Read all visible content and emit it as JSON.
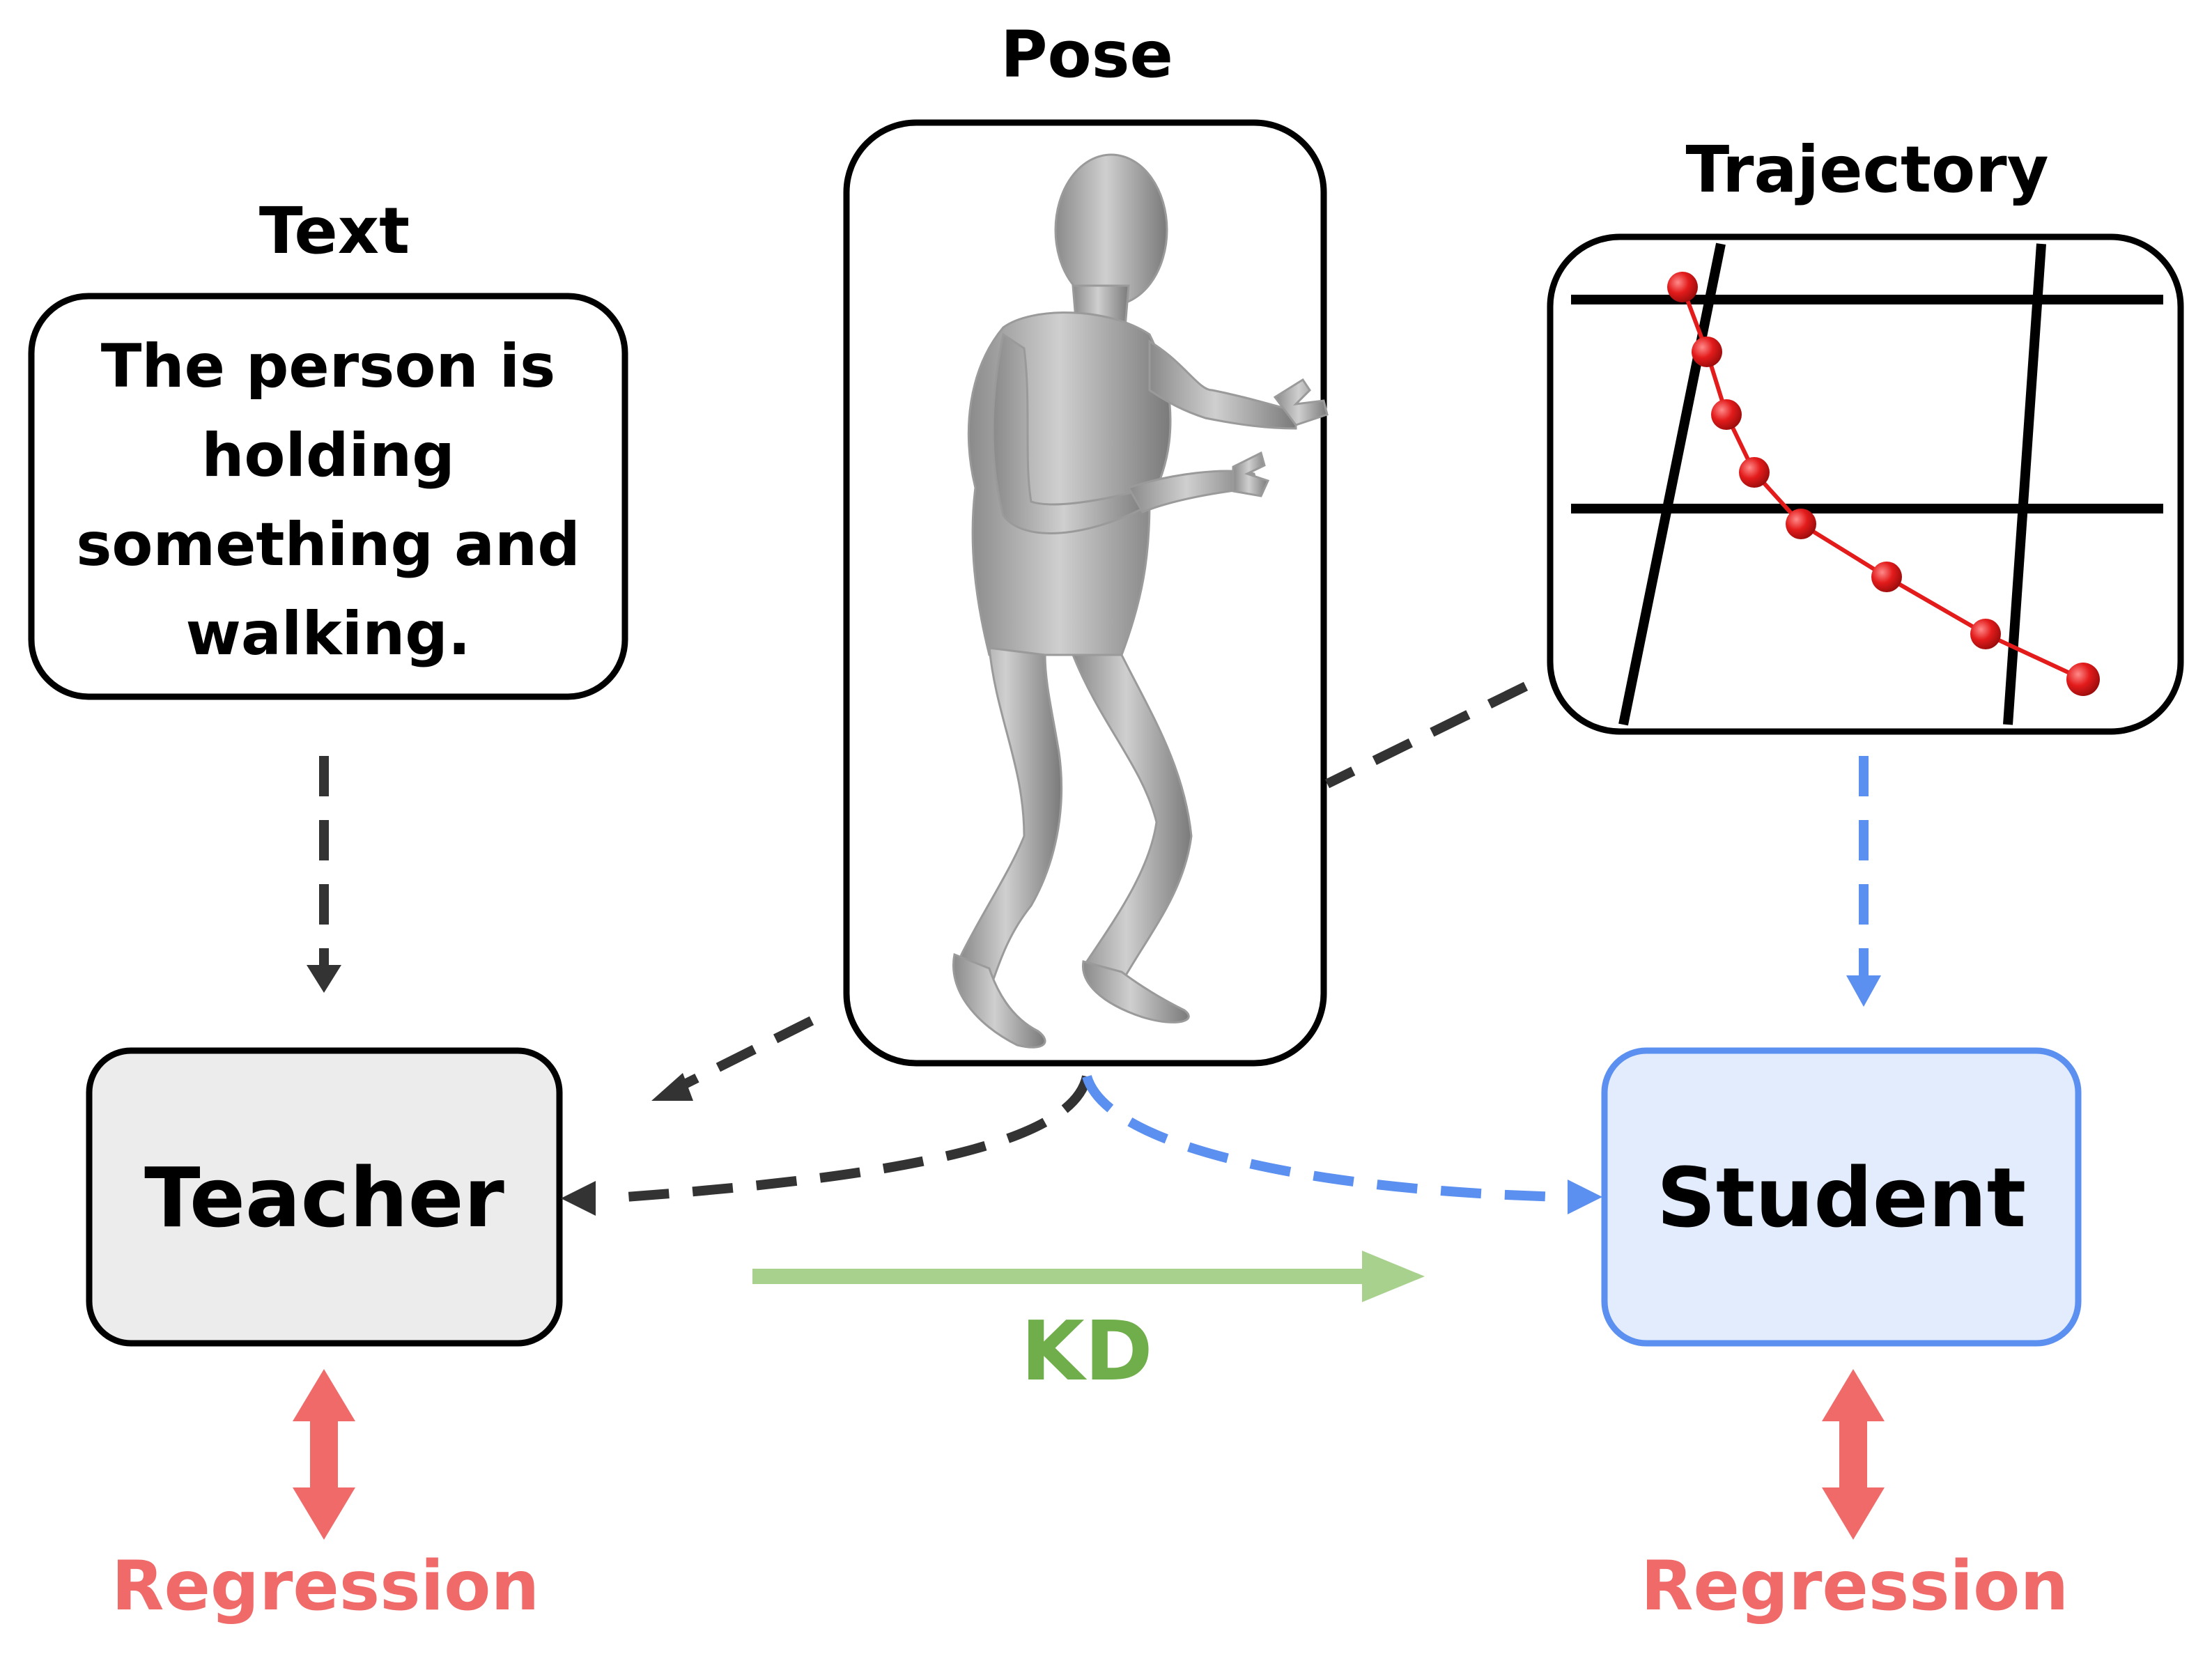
{
  "headings": {
    "pose": "Pose",
    "text": "Text",
    "trajectory": "Trajectory"
  },
  "text_box": {
    "line1": "The person is",
    "line2": "holding",
    "line3": "something and",
    "line4": "walking."
  },
  "nodes": {
    "teacher": "Teacher",
    "student": "Student"
  },
  "labels": {
    "kd": "KD",
    "regression_left": "Regression",
    "regression_right": "Regression"
  },
  "colors": {
    "dark_arrow": "#333333",
    "blue": "#5b8ff0",
    "blue_fill": "#e2ecfd",
    "teacher_fill": "#ececec",
    "green": "#a9d18e",
    "green_text": "#6fae4a",
    "red": "#f06a6a",
    "trajectory_red": "#e31b1b"
  }
}
